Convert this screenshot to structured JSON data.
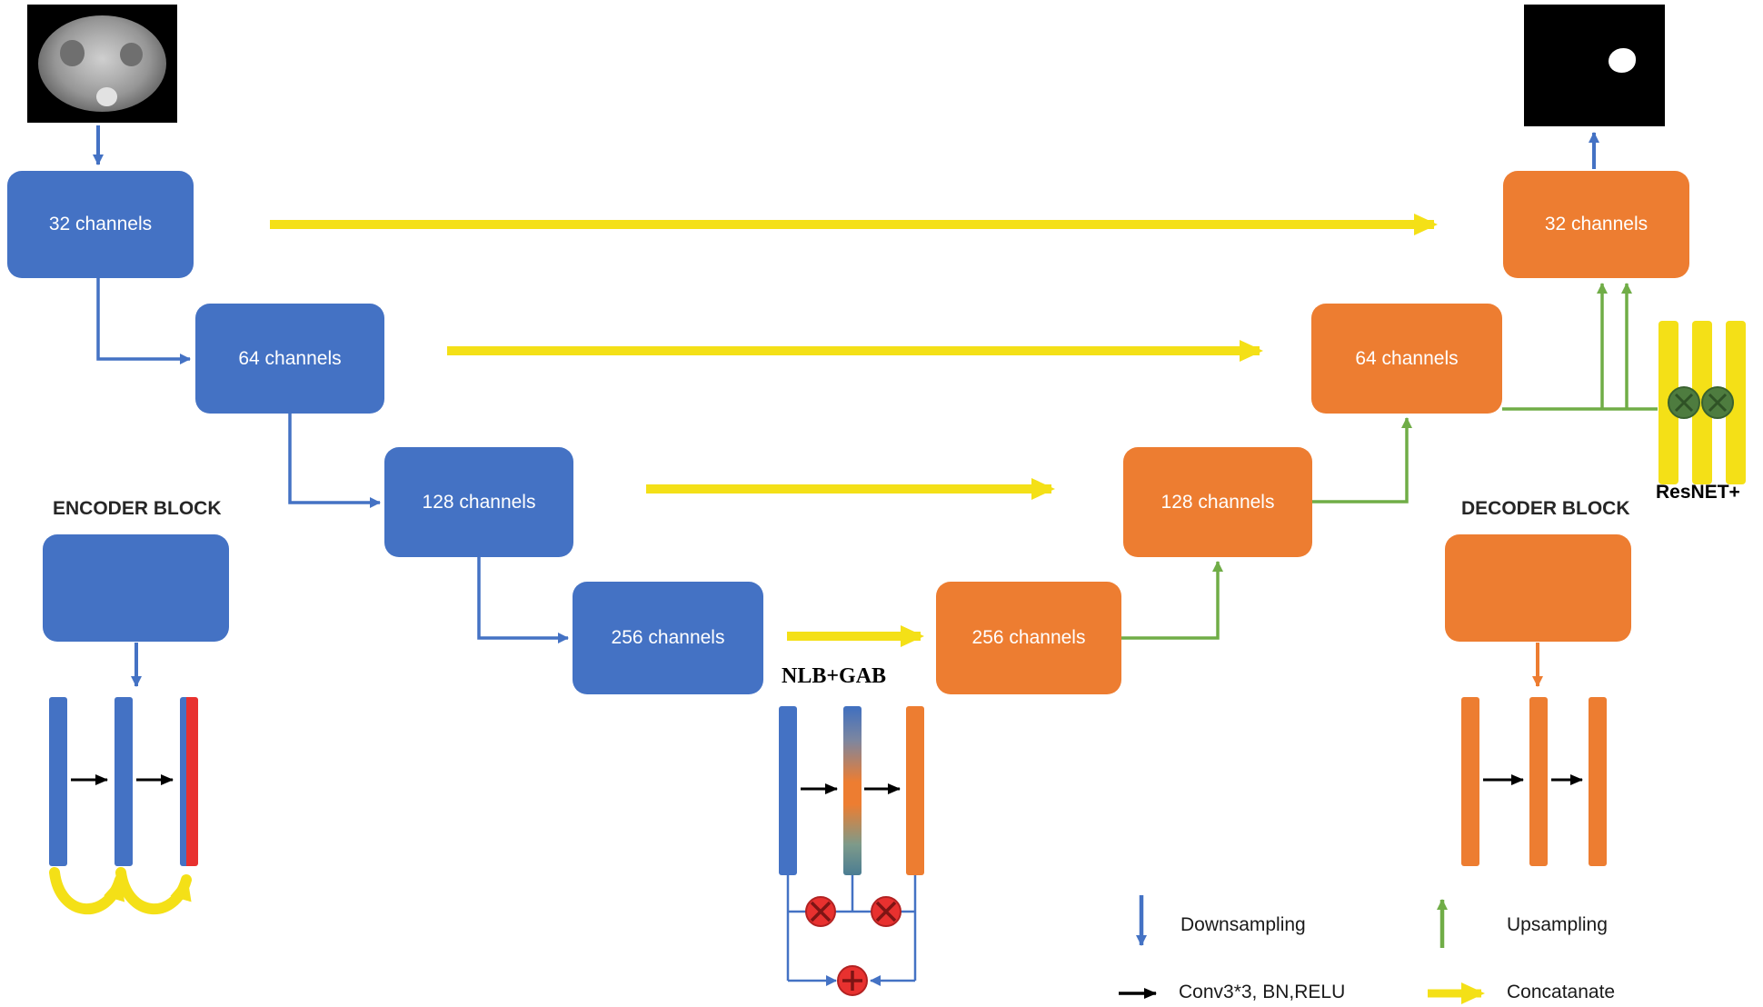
{
  "encoder": {
    "boxes": [
      "32 channels",
      "64 channels",
      "128 channels",
      "256 channels"
    ],
    "block_label": "ENCODER BLOCK"
  },
  "decoder": {
    "boxes": [
      "256 channels",
      "128 channels",
      "64 channels",
      "32 channels"
    ],
    "block_label": "DECODER BLOCK"
  },
  "modules": {
    "bottleneck_label": "NLB+GAB",
    "resnet_label": "ResNET+"
  },
  "legend": {
    "downsampling": "Downsampling",
    "upsampling": "Upsampling",
    "conv": "Conv3*3, BN,RELU",
    "concatenate": "Concatanate"
  },
  "colors": {
    "encoder_blue": "#4472C4",
    "decoder_orange": "#ED7D31",
    "concat_yellow": "#F4E017",
    "upsample_green": "#70AD47",
    "operation_red": "#E8312F"
  }
}
